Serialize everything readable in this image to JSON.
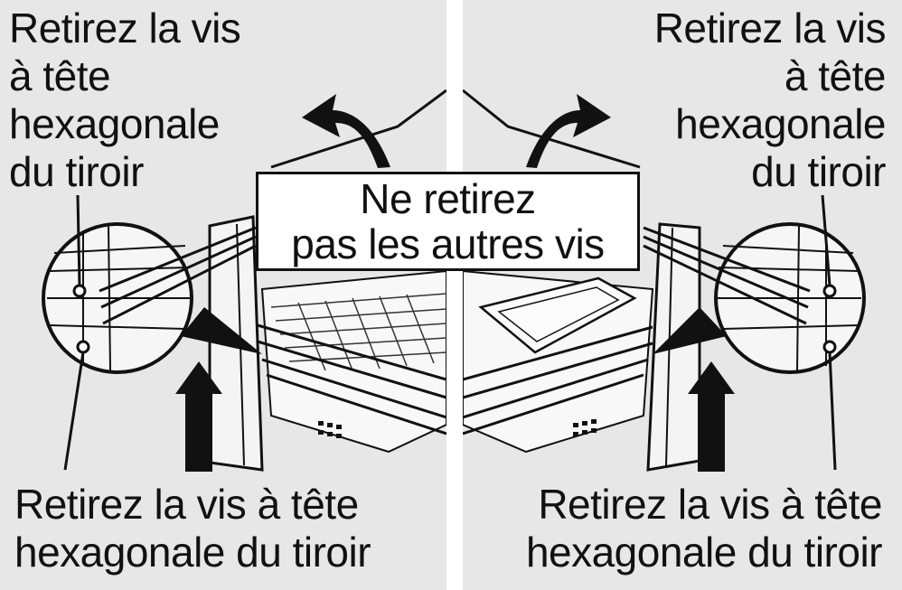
{
  "labels": {
    "top_left": "Retirez la vis\nà tête\nhexagonale\ndu tiroir",
    "top_right": "Retirez la vis\nà tête\nhexagonale\ndu tiroir",
    "bottom_left": "Retirez la vis à tête\nhexagonale du tiroir",
    "bottom_right": "Retirez la vis à tête\nhexagonale du tiroir",
    "center_callout": "Ne retirez\npas les autres vis"
  },
  "colors": {
    "panel_background": "#e7e7e7",
    "ink": "#111111",
    "callout_background": "#ffffff"
  }
}
